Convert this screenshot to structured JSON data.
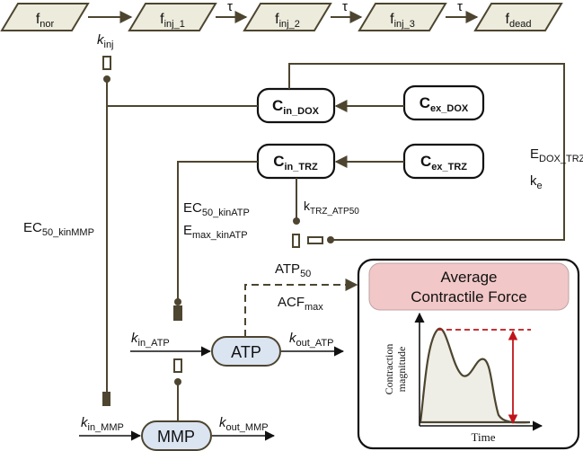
{
  "states": [
    {
      "main": "f",
      "sub": "nor"
    },
    {
      "main": "f",
      "sub": "inj_1"
    },
    {
      "main": "f",
      "sub": "inj_2"
    },
    {
      "main": "f",
      "sub": "inj_3"
    },
    {
      "main": "f",
      "sub": "dead"
    }
  ],
  "tau": "τ",
  "kinj": {
    "main": "k",
    "sub": "inj"
  },
  "cin_dox": {
    "main": "C",
    "sub": "in_DOX"
  },
  "cex_dox": {
    "main": "C",
    "sub": "ex_DOX"
  },
  "cin_trz": {
    "main": "C",
    "sub": "in_TRZ"
  },
  "cex_trz": {
    "main": "C",
    "sub": "ex_TRZ"
  },
  "edox_trz": {
    "main": "E",
    "sub": "DOX_TRZ"
  },
  "ke": {
    "main": "k",
    "sub": "e"
  },
  "ktrz": {
    "main": "k",
    "sub": "TRZ_ATP50"
  },
  "ec50_kinatp": {
    "main": "EC",
    "sub": "50_kinATP"
  },
  "emax_kinatp": {
    "main": "E",
    "sub": "max_kinATP"
  },
  "ec50_kinmmp": {
    "main": "EC",
    "sub": "50_kinMMP"
  },
  "atp50": {
    "main": "ATP",
    "sub": "50"
  },
  "acfmax": {
    "main": "ACF",
    "sub": "max"
  },
  "atp": "ATP",
  "mmp": "MMP",
  "kin_atp": {
    "main": "k",
    "sub": "in_ATP"
  },
  "kout_atp": {
    "main": "k",
    "sub": "out_ATP"
  },
  "kin_mmp": {
    "main": "k",
    "sub": "in_MMP"
  },
  "kout_mmp": {
    "main": "k",
    "sub": "out_MMP"
  },
  "panel": {
    "title_line1": "Average",
    "title_line2": "Contractile Force",
    "ylabel_line1": "Contraction",
    "ylabel_line2": "magnitude",
    "xlabel": "Time"
  },
  "colors": {
    "line": "#4d4530",
    "state_fill": "#ecebdc",
    "ellipse_fill": "#dbe4f1",
    "title_fill": "#f2c7c7",
    "peak_line": "#c0141a",
    "curve_fill": "#eeeee6"
  }
}
